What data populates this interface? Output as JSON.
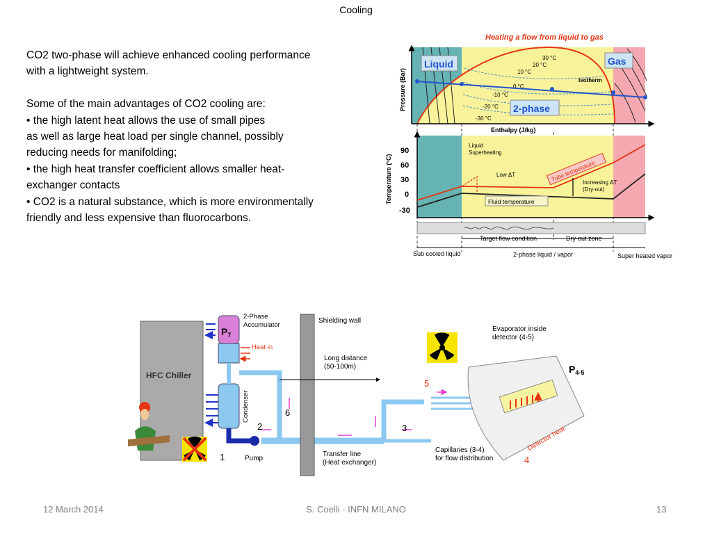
{
  "header": {
    "title": "Cooling"
  },
  "body": {
    "intro_lines": [
      "CO2 two-phase will achieve enhanced cooling performance",
      "with a lightweight system."
    ],
    "lead": "Some of the main advantages of CO2 cooling are:",
    "bullet1_lines": [
      "• the high latent heat allows the use of small pipes",
      "as well as large heat load per single channel, possibly",
      "reducing needs for manifolding;"
    ],
    "bullet2_lines": [
      "• the high heat transfer coefficient allows smaller heat-",
      "exchanger contacts"
    ],
    "bullet3_lines": [
      "• CO2 is a natural substance, which is more environmentally",
      "friendly and less expensive than fluorocarbons."
    ]
  },
  "phase_diagram": {
    "title": "Heating a flow from liquid to gas",
    "top_ylabel": "Pressure (Bar)",
    "top_xlabel": "Enthalpy (J/kg)",
    "liquid": "Liquid",
    "gas": "Gas",
    "two_phase": "2-phase",
    "isotherm": "Isotherm",
    "isotherms": [
      "30 °C",
      "20 °C",
      "10 °C",
      "0 °C",
      "-10 °C",
      "-20 °C",
      "-30 °C"
    ],
    "bottom_ylabel": "Temperature (°C)",
    "yticks": [
      "90",
      "60",
      "30",
      "0",
      "-30"
    ],
    "liquid_superheating": [
      "Liquid",
      "Superheating"
    ],
    "low_dt": "Low ΔT",
    "tube_temperature": "Tube temperature",
    "increasing_dt": [
      "Increasing ΔT",
      "(Dry-out)"
    ],
    "fluid_temperature": "Fluid temperature",
    "target_flow": "Target flow condition",
    "dry_out_zone": "Dry-out zone",
    "sub_cooled": "Sub cooled liquid",
    "two_phase_vapor": "2-phase liquid / vapor",
    "super_heated": "Super heated vapor"
  },
  "schematic": {
    "hfc_chiller": "HFC Chiller",
    "accumulator": [
      "2-Phase",
      "Accumulator"
    ],
    "p7": "P",
    "p7_sub": "7",
    "heat_in": "Heat in",
    "shielding_wall": "Shielding wall",
    "long_distance": [
      "Long distance",
      "(50-100m)"
    ],
    "condenser": "Condenser",
    "pump": "Pump",
    "transfer_line": [
      "Transfer line",
      "(Heat exchanger)"
    ],
    "evaporator": [
      "Evaporator inside",
      "detector (4-5)"
    ],
    "p45": "P",
    "p45_sub": "4-5",
    "detector_heat": "Detector heat",
    "capillaries": [
      "Capillaries (3-4)",
      "for flow distribution"
    ],
    "n1": "1",
    "n2": "2",
    "n3": "3",
    "n4": "4",
    "n5": "5",
    "n6": "6"
  },
  "footer": {
    "date": "12 March 2014",
    "author": "S. Coelli - INFN MILANO",
    "page": "13"
  },
  "colors": {
    "liquid_fill": "#66b3b3",
    "twophase_fill": "#f8f39a",
    "gas_fill": "#f4a9b0",
    "blue_line": "#2255cc",
    "red_curve": "#e53512",
    "pink_arrow": "#e040d0"
  }
}
